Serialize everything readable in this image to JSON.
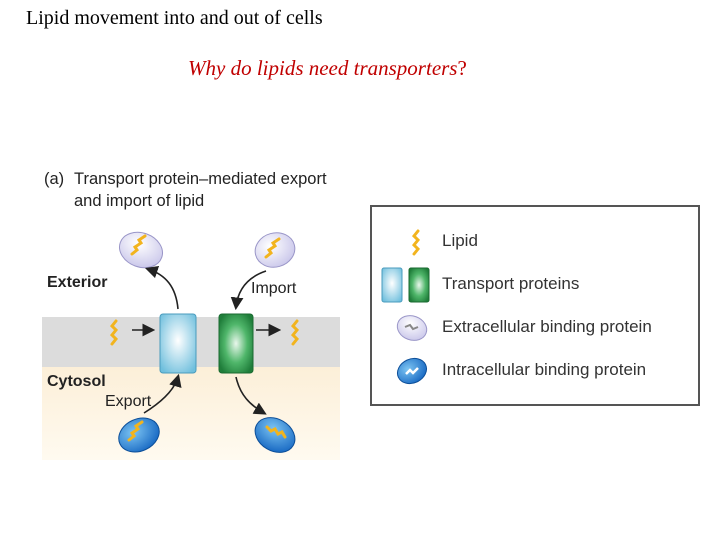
{
  "slide": {
    "title": "Lipid movement into and out of cells",
    "question": "Why do lipids need transporters",
    "question_mark": "?"
  },
  "figure": {
    "panel_letter": "(a)",
    "panel_title_line1": "Transport protein–mediated export",
    "panel_title_line2": "and import of lipid",
    "region_exterior": "Exterior",
    "region_cytosol": "Cytosol",
    "label_import": "Import",
    "label_export": "Export"
  },
  "legend": {
    "items": [
      {
        "icon": "lipid-icon",
        "label": "Lipid"
      },
      {
        "icon": "transport-proteins-icon",
        "label": "Transport proteins"
      },
      {
        "icon": "extracellular-binding-protein-icon",
        "label": "Extracellular binding protein"
      },
      {
        "icon": "intracellular-binding-protein-icon",
        "label": "Intracellular binding protein"
      }
    ]
  },
  "colors": {
    "title_question": "#c00000",
    "export_protein": "#7fc6e0",
    "import_protein": "#2e9a4a",
    "extracellular_protein": "#d8d6ef",
    "intracellular_protein": "#2a7fd0",
    "lipid": "#f2b41e",
    "membrane": "#dcdcdc",
    "cytosol": "#fcefd8"
  }
}
